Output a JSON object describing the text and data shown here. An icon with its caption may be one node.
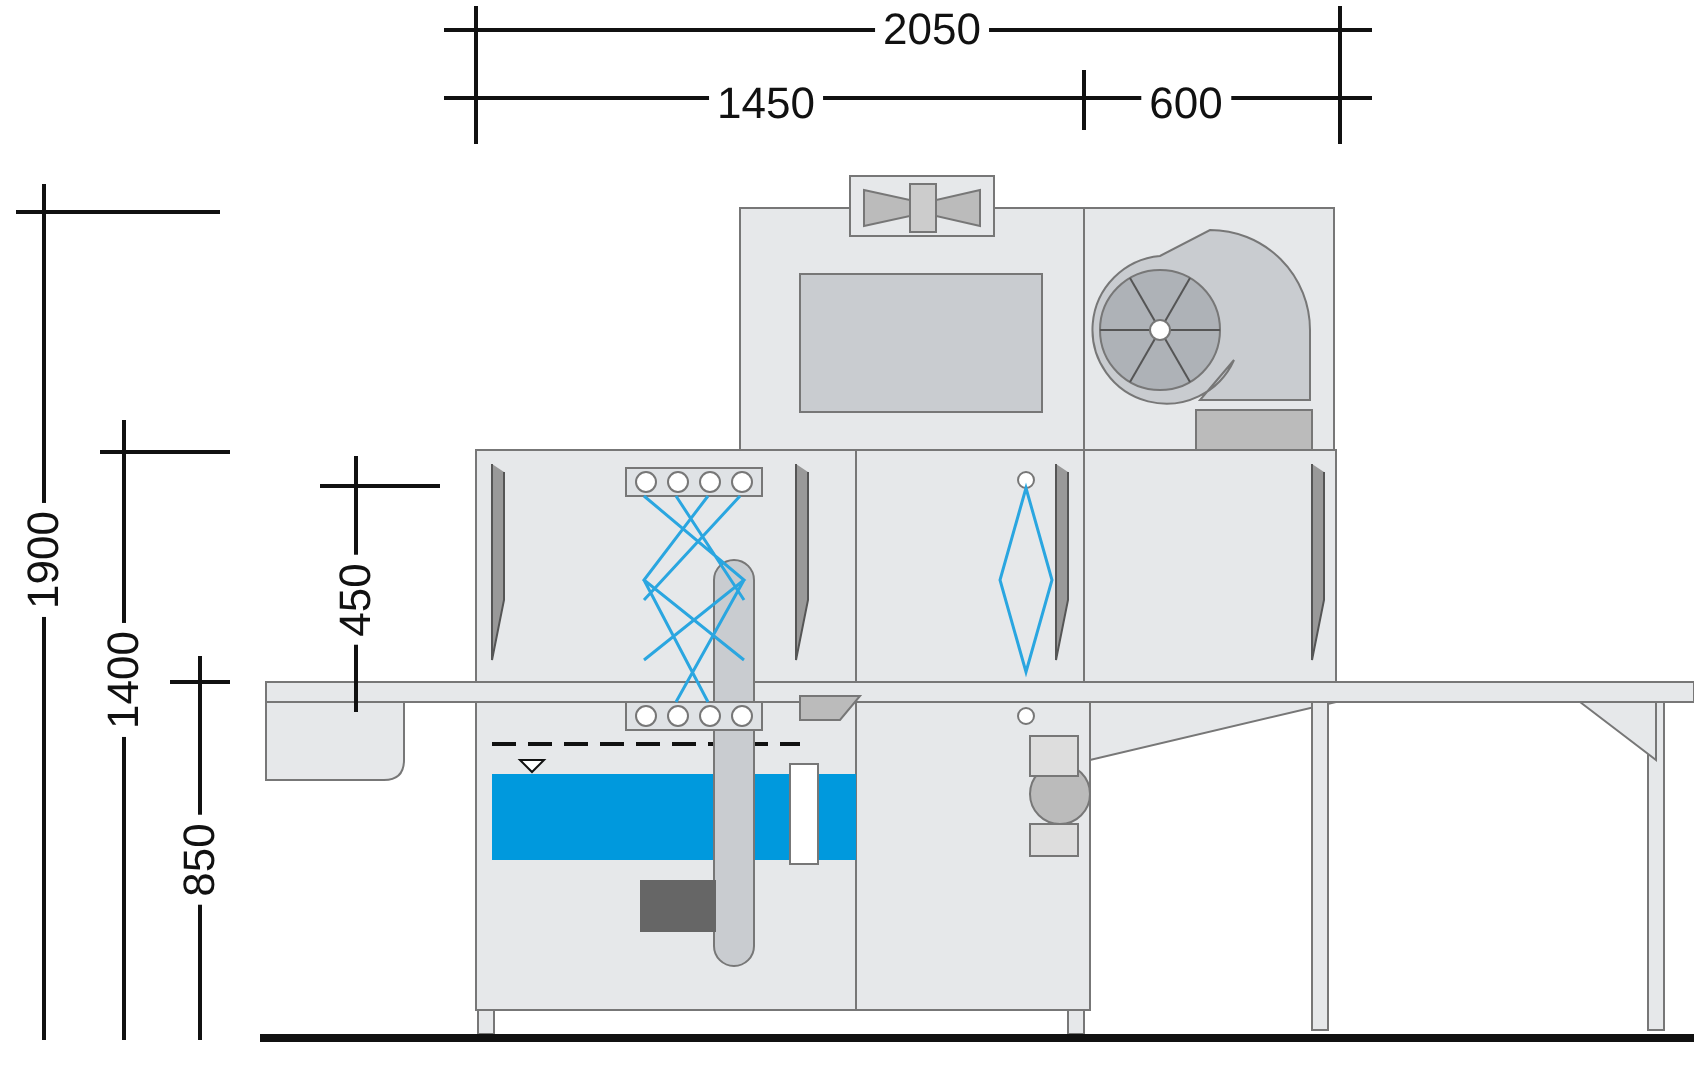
{
  "diagram": {
    "labels": [
      "2050",
      "1450",
      "600",
      "1900",
      "1400",
      "850",
      "450"
    ]
  }
}
